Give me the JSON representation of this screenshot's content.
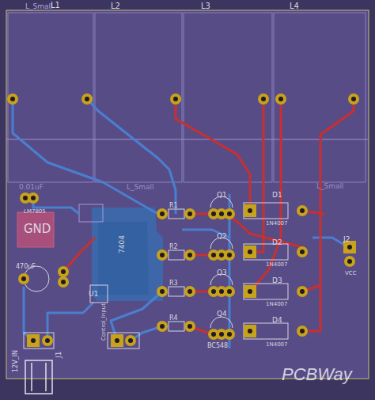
{
  "diagram": {
    "labels": [
      "L_Small",
      "L1",
      "L2",
      "L3",
      "L4",
      "L_Small",
      "L_Small",
      "0.01uF",
      "LM7805",
      "GND",
      "Q1",
      "D1",
      "1N4007",
      "R1",
      "Q2",
      "D2",
      "1N4007",
      "R2",
      "D3",
      "1N4007",
      "R3",
      "Q3",
      "D4",
      "1N4007",
      "R4",
      "Q4",
      "BC548",
      "7404",
      "U1",
      "470uF",
      "12V_IN",
      "J1",
      "Control_Input",
      "J2",
      "VCC",
      "PCBWay"
    ]
  }
}
